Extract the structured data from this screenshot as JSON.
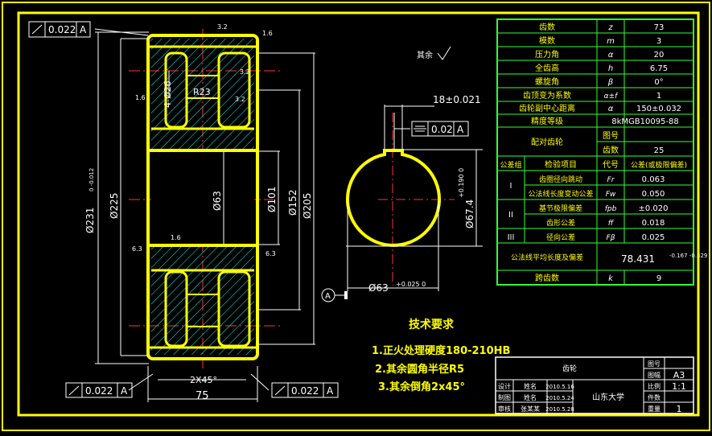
{
  "colors": {
    "background": "#000000",
    "frame": "#ffff00",
    "dimension": "#ffffff",
    "table": "#33ff33",
    "center": "#ff3333",
    "hatch": "#00ffff"
  },
  "view": {
    "tol_top": "0.022",
    "tol_datum": "A",
    "chamfer": "2X45°",
    "width_dim": "75",
    "tol_bottom_left": "0.022",
    "tol_bottom_right": "0.022",
    "d_outer": "Ø231",
    "d_outer_tol": "0 -0.012",
    "d225": "Ø225",
    "d205": "Ø205",
    "d152": "Ø152",
    "d101": "Ø101",
    "d63": "Ø63",
    "holes": "4-Ø26",
    "r23": "R23",
    "rough_16": "1.6",
    "rough_32": "3.2",
    "rough_63": "6.3",
    "rough_label": "其余"
  },
  "section": {
    "key_width": "18±0.021",
    "tol": "0.02",
    "datum": "A",
    "bore_depth": "Ø67.4",
    "bore_depth_tol": "+0.190 0",
    "bore": "Ø63",
    "bore_tol": "+0.025 0",
    "datum_symbol": "A"
  },
  "notes": {
    "title": "技术要求",
    "items": [
      "1.正火处理硬度180-210HB",
      "2.其余圆角半径R5",
      "3.其余倒角2x45°"
    ]
  },
  "params": [
    {
      "label": "齿数",
      "sym": "z",
      "val": "73"
    },
    {
      "label": "模数",
      "sym": "m",
      "val": "3"
    },
    {
      "label": "压力角",
      "sym": "α",
      "val": "20"
    },
    {
      "label": "全齿高",
      "sym": "h",
      "val": "6.75"
    },
    {
      "label": "螺旋角",
      "sym": "β",
      "val": "0°"
    },
    {
      "label": "齿顶变为系数",
      "sym": "α±f",
      "val": "1"
    },
    {
      "label": "齿轮副中心距离",
      "sym": "α",
      "val": "150±0.032"
    },
    {
      "label": "精度等级",
      "sym": "",
      "val": "8kMGB10095-88"
    }
  ],
  "mating": {
    "label": "配对齿轮",
    "r1": "图号",
    "r1v": "",
    "r2": "齿数",
    "r2v": "25"
  },
  "tol_head": {
    "c1": "公差组",
    "c2": "检验项目",
    "c3": "代号",
    "c4": "公差(或极限偏差)"
  },
  "tol_rows": [
    {
      "grp": "I",
      "item": "齿圈径向跳动",
      "sym": "Fr",
      "val": "0.063"
    },
    {
      "grp": "",
      "item": "公法线长度变动公差",
      "sym": "Fw",
      "val": "0.050"
    },
    {
      "grp": "II",
      "item": "基节极限偏差",
      "sym": "fpb",
      "val": "±0.020"
    },
    {
      "grp": "",
      "item": "齿形公差",
      "sym": "ff",
      "val": "0.018"
    },
    {
      "grp": "III",
      "item": "径向公差",
      "sym": "Fβ",
      "val": "0.025"
    }
  ],
  "wk": {
    "label": "公法线平均长度及偏差",
    "val": "78.431",
    "tol": "-0.167 -0.329"
  },
  "span": {
    "label": "跨齿数",
    "sym": "k",
    "val": "9"
  },
  "title_block": {
    "name": "齿轮",
    "r1": "设计",
    "r1n": "姓名",
    "r1d": "2010.5.16",
    "r2": "制图",
    "r2n": "姓名",
    "r2d": "2010.5.24",
    "r3": "审核",
    "r3n": "张某某",
    "r3d": "2010.5.28",
    "school": "山东大学",
    "k1": "图号",
    "v1": "",
    "k2": "图幅",
    "v2": "A3",
    "k3": "比例",
    "v3": "1:1",
    "k4": "件数",
    "v4": "",
    "k5": "重量",
    "v5": "1"
  }
}
